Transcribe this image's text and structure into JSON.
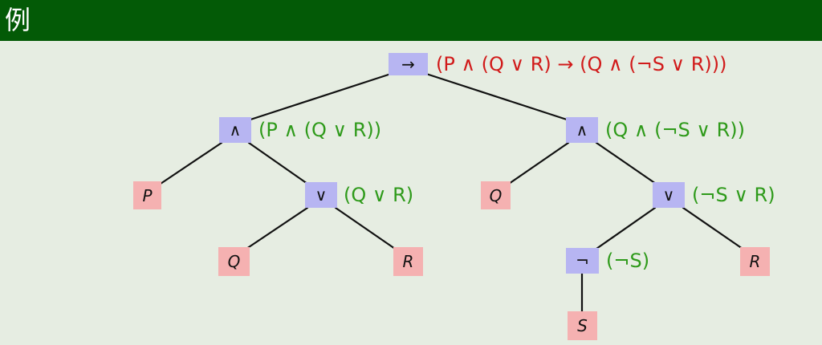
{
  "slide": {
    "title": "例"
  },
  "colors": {
    "header": "#035a06",
    "background": "#e6ede2",
    "operator": "#b7b5f2",
    "atom": "#f5b1b1",
    "root_formula": "#d11a1a",
    "sub_formula": "#2e9a1a",
    "edge": "#111111"
  },
  "tree": {
    "root": {
      "symbol": "→",
      "formula": "(P ∧ (Q ∨ R) → (Q ∧ (¬S ∨ R)))"
    },
    "left_and": {
      "symbol": "∧",
      "formula": "(P ∧ (Q ∨ R))"
    },
    "right_and": {
      "symbol": "∧",
      "formula": "(Q ∧ (¬S ∨ R))"
    },
    "leaf_p": {
      "symbol": "P"
    },
    "left_or": {
      "symbol": "∨",
      "formula": "(Q ∨ R)"
    },
    "leaf_q_left": {
      "symbol": "Q"
    },
    "leaf_r_left": {
      "symbol": "R"
    },
    "leaf_q_right": {
      "symbol": "Q"
    },
    "right_or": {
      "symbol": "∨",
      "formula": "(¬S ∨ R)"
    },
    "not_node": {
      "symbol": "¬",
      "formula": "(¬S)"
    },
    "leaf_r_right": {
      "symbol": "R"
    },
    "leaf_s": {
      "symbol": "S"
    }
  }
}
